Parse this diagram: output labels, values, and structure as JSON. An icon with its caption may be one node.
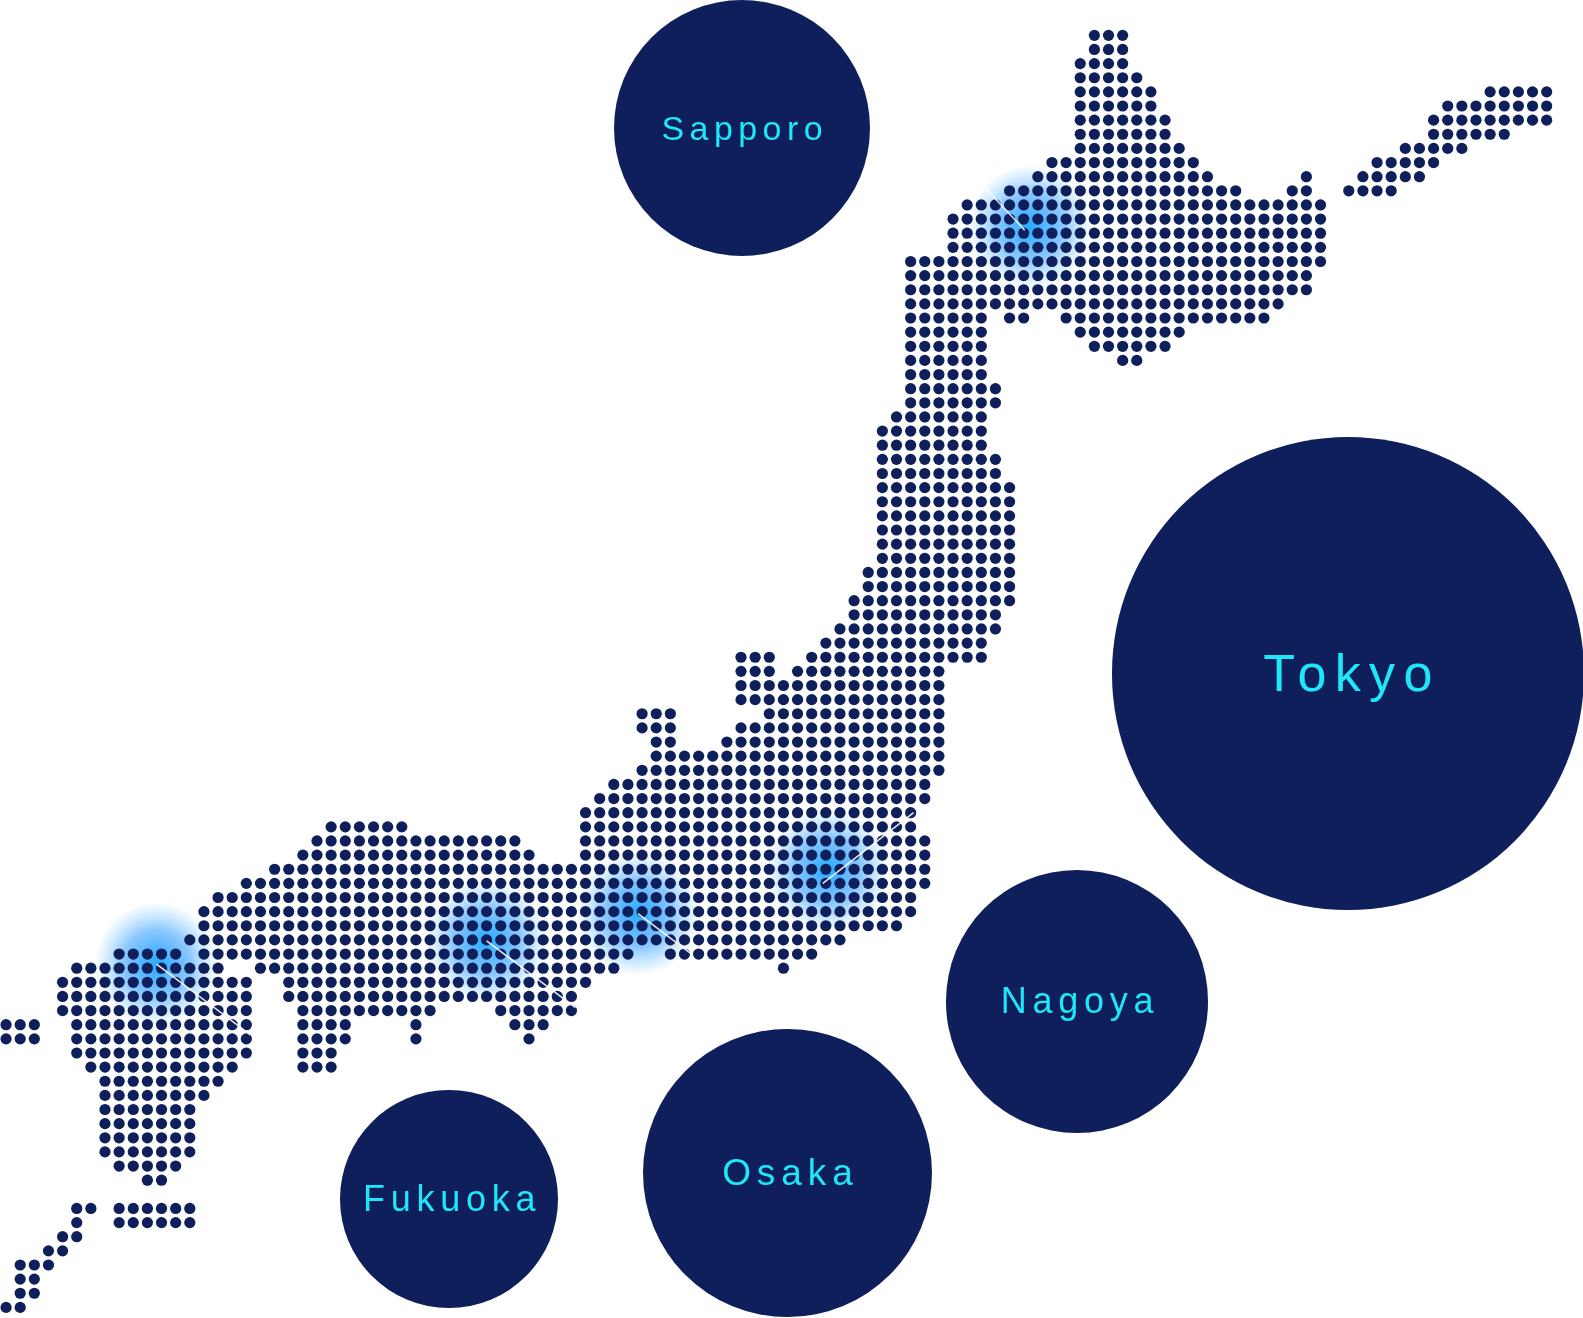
{
  "diagram": {
    "nodes": [
      {
        "text": [
          "Sapporo"
        ]
      },
      {
        "text": [
          "Tokyo"
        ]
      },
      {
        "text": [
          "Nagoya"
        ]
      },
      {
        "text": [
          "Osaka"
        ]
      },
      {
        "text": [
          "Fukuoka"
        ]
      }
    ]
  }
}
